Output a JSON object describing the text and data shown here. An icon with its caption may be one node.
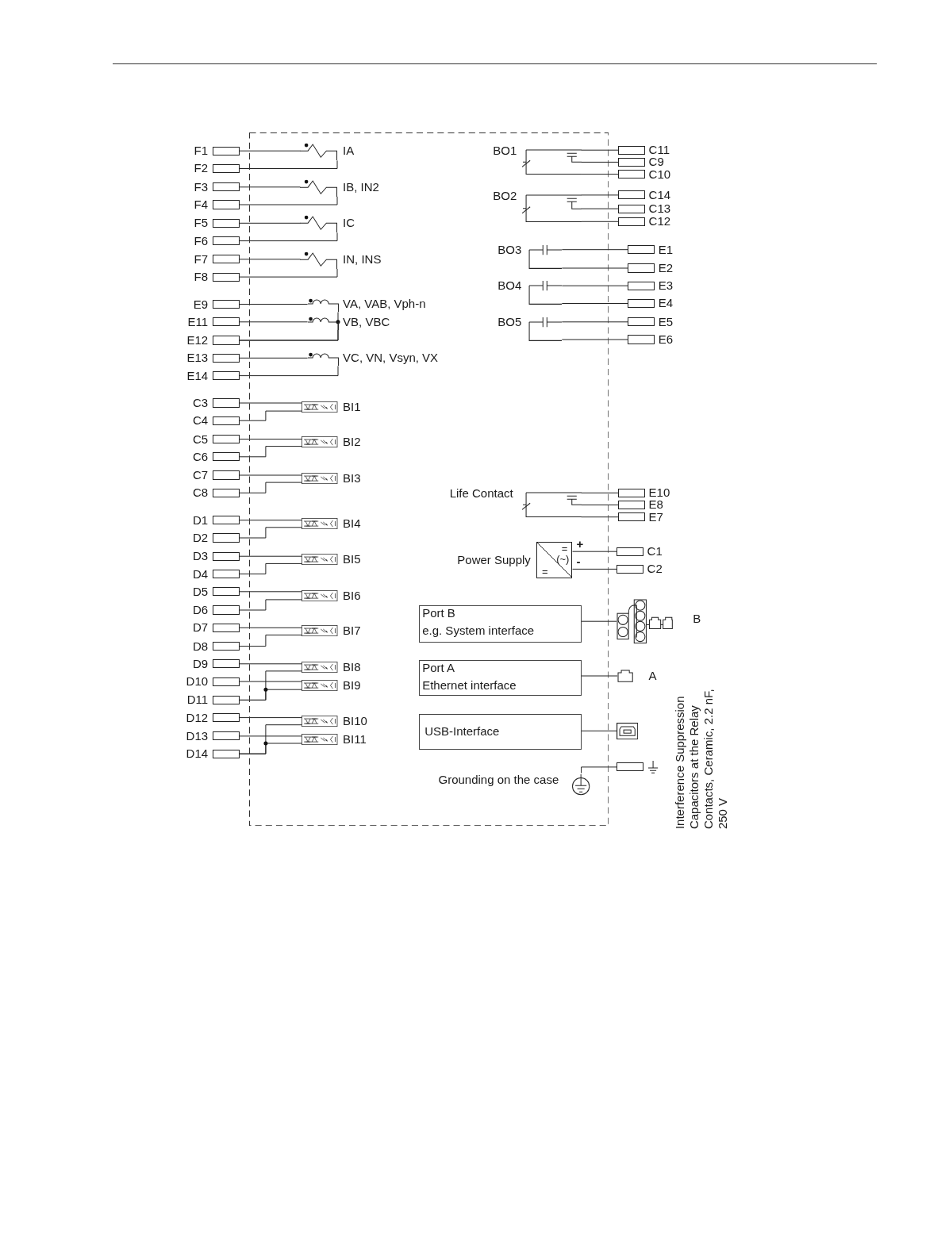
{
  "diagram": {
    "nodes": [
      {
        "text": [],
        "shape": "box"
      },
      {
        "text": [],
        "shape": "box",
        "beside": [
          "F1"
        ]
      },
      {
        "text": [],
        "shape": "box",
        "beside": [
          "F2"
        ]
      },
      {
        "text": [],
        "shape": "box",
        "beside": [
          "F3"
        ]
      },
      {
        "text": [],
        "shape": "box",
        "beside": [
          "F4"
        ]
      },
      {
        "text": [],
        "shape": "box",
        "beside": [
          "F5"
        ]
      },
      {
        "text": [],
        "shape": "box",
        "beside": [
          "F6"
        ]
      },
      {
        "text": [],
        "shape": "box",
        "beside": [
          "F7"
        ]
      },
      {
        "text": [],
        "shape": "box",
        "beside": [
          "F8"
        ]
      },
      {
        "text": [],
        "shape": "box",
        "beside": [
          "E9"
        ]
      },
      {
        "text": [],
        "shape": "box",
        "beside": [
          "E11"
        ]
      },
      {
        "text": [],
        "shape": "box",
        "beside": [
          "E12"
        ]
      },
      {
        "text": [],
        "shape": "box",
        "beside": [
          "E13"
        ]
      },
      {
        "text": [],
        "shape": "box",
        "beside": [
          "E14"
        ]
      },
      {
        "text": [],
        "shape": "box",
        "beside": [
          "C3"
        ]
      },
      {
        "text": [],
        "shape": "box",
        "beside": [
          "C4"
        ]
      },
      {
        "text": [],
        "shape": "box",
        "beside": [
          "C5"
        ]
      },
      {
        "text": [],
        "shape": "box",
        "beside": [
          "C6"
        ]
      },
      {
        "text": [],
        "shape": "box",
        "beside": [
          "C7"
        ]
      },
      {
        "text": [],
        "shape": "box",
        "beside": [
          "C8"
        ]
      },
      {
        "text": [],
        "shape": "box",
        "beside": [
          "D1"
        ]
      },
      {
        "text": [],
        "shape": "box",
        "beside": [
          "D2"
        ]
      },
      {
        "text": [],
        "shape": "box",
        "beside": [
          "D3"
        ]
      },
      {
        "text": [],
        "shape": "box",
        "beside": [
          "D4"
        ]
      },
      {
        "text": [],
        "shape": "box",
        "beside": [
          "D5"
        ]
      },
      {
        "text": [],
        "shape": "box",
        "beside": [
          "D6"
        ]
      },
      {
        "text": [],
        "shape": "box",
        "beside": [
          "D7"
        ]
      },
      {
        "text": [],
        "shape": "box",
        "beside": [
          "D8"
        ]
      },
      {
        "text": [],
        "shape": "box",
        "beside": [
          "D9"
        ]
      },
      {
        "text": [],
        "shape": "box",
        "beside": [
          "D10"
        ]
      },
      {
        "text": [],
        "shape": "box",
        "beside": [
          "D11"
        ]
      },
      {
        "text": [],
        "shape": "box",
        "beside": [
          "D12"
        ]
      },
      {
        "text": [],
        "shape": "box",
        "beside": [
          "D13"
        ]
      },
      {
        "text": [],
        "shape": "box",
        "beside": [
          "D14"
        ]
      },
      {
        "text": [
          "IA"
        ],
        "in": 0
      },
      {
        "text": [
          "IB, IN2"
        ],
        "in": 0
      },
      {
        "text": [
          "IC"
        ],
        "in": 0
      },
      {
        "text": [
          "IN, INS"
        ],
        "in": 0
      },
      {
        "text": [
          "VA, VAB, Vph-n"
        ],
        "in": 0
      },
      {
        "text": [
          "VB, VBC"
        ],
        "in": 0
      },
      {
        "text": [
          "VC, VN, Vsyn, VX"
        ],
        "in": 0
      },
      {
        "text": [
          "BI1"
        ],
        "in": 0
      },
      {
        "text": [
          "BI2"
        ],
        "in": 0
      },
      {
        "text": [
          "BI3"
        ],
        "in": 0
      },
      {
        "text": [
          "BI4"
        ],
        "in": 0
      },
      {
        "text": [
          "BI5"
        ],
        "in": 0
      },
      {
        "text": [
          "BI6"
        ],
        "in": 0
      },
      {
        "text": [
          "BI7"
        ],
        "in": 0
      },
      {
        "text": [
          "BI8"
        ],
        "in": 0
      },
      {
        "text": [
          "BI9"
        ],
        "in": 0
      },
      {
        "text": [
          "BI10"
        ],
        "in": 0
      },
      {
        "text": [
          "BI11"
        ],
        "in": 0
      },
      {
        "text": [
          "BO1"
        ],
        "in": 0
      },
      {
        "text": [
          "BO2"
        ],
        "in": 0
      },
      {
        "text": [
          "BO3"
        ],
        "in": 0
      },
      {
        "text": [
          "BO4"
        ],
        "in": 0
      },
      {
        "text": [
          "BO5"
        ],
        "in": 0
      },
      {
        "text": [
          "Life Contact"
        ],
        "in": 0
      },
      {
        "text": [
          "=",
          "(~)",
          "="
        ],
        "beside": [
          "Power Supply"
        ],
        "in": 0
      },
      {
        "text": [
          "Port B",
          "e.g. System interface"
        ],
        "in": 0
      },
      {
        "text": [
          "Port A",
          "Ethernet interface"
        ],
        "in": 0
      },
      {
        "text": [
          "USB-Interface"
        ],
        "in": 0
      },
      {
        "text": [
          "Grounding on the case"
        ],
        "in": 0
      },
      {
        "text": [],
        "shape": "box",
        "beside": [
          "C11"
        ]
      },
      {
        "text": [],
        "shape": "box",
        "beside": [
          "C9"
        ]
      },
      {
        "text": [],
        "shape": "box",
        "beside": [
          "C10"
        ]
      },
      {
        "text": [],
        "shape": "box",
        "beside": [
          "C14"
        ]
      },
      {
        "text": [],
        "shape": "box",
        "beside": [
          "C13"
        ]
      },
      {
        "text": [],
        "shape": "box",
        "beside": [
          "C12"
        ]
      },
      {
        "text": [],
        "shape": "box",
        "beside": [
          "E1"
        ]
      },
      {
        "text": [],
        "shape": "box",
        "beside": [
          "E2"
        ]
      },
      {
        "text": [],
        "shape": "box",
        "beside": [
          "E3"
        ]
      },
      {
        "text": [],
        "shape": "box",
        "beside": [
          "E4"
        ]
      },
      {
        "text": [],
        "shape": "box",
        "beside": [
          "E5"
        ]
      },
      {
        "text": [],
        "shape": "box",
        "beside": [
          "E6"
        ]
      },
      {
        "text": [],
        "shape": "box",
        "beside": [
          "E10"
        ]
      },
      {
        "text": [],
        "shape": "box",
        "beside": [
          "E8"
        ]
      },
      {
        "text": [],
        "shape": "box",
        "beside": [
          "E7"
        ]
      },
      {
        "text": [],
        "shape": "box",
        "beside": [
          "C1"
        ]
      },
      {
        "text": [],
        "shape": "box",
        "beside": [
          "C2"
        ]
      },
      {
        "text": [],
        "shape": "picture",
        "beside": [
          "B"
        ]
      },
      {
        "text": [],
        "shape": "picture",
        "beside": [
          "A"
        ]
      },
      {
        "text": [],
        "shape": "picture"
      },
      {
        "text": [],
        "shape": "box"
      }
    ],
    "edges": [
      {
        "from": 1,
        "to": 34,
        "arrow": "none"
      },
      {
        "from": 34,
        "to": 2,
        "arrow": "none"
      },
      {
        "from": 3,
        "to": 35,
        "arrow": "none"
      },
      {
        "from": 35,
        "to": 4,
        "arrow": "none"
      },
      {
        "from": 5,
        "to": 36,
        "arrow": "none"
      },
      {
        "from": 36,
        "to": 6,
        "arrow": "none"
      },
      {
        "from": 7,
        "to": 37,
        "arrow": "none"
      },
      {
        "from": 37,
        "to": 8,
        "arrow": "none"
      },
      {
        "from": 9,
        "to": 38,
        "arrow": "none"
      },
      {
        "from": 38,
        "to": 11,
        "arrow": "none"
      },
      {
        "from": 10,
        "to": 39,
        "arrow": "none"
      },
      {
        "from": 39,
        "to": 11,
        "arrow": "none"
      },
      {
        "from": 12,
        "to": 40,
        "arrow": "none"
      },
      {
        "from": 40,
        "to": 13,
        "arrow": "none"
      },
      {
        "from": 14,
        "to": 41,
        "arrow": "none"
      },
      {
        "from": 15,
        "to": 41,
        "arrow": "none"
      },
      {
        "from": 16,
        "to": 42,
        "arrow": "none"
      },
      {
        "from": 17,
        "to": 42,
        "arrow": "none"
      },
      {
        "from": 18,
        "to": 43,
        "arrow": "none"
      },
      {
        "from": 19,
        "to": 43,
        "arrow": "none"
      },
      {
        "from": 20,
        "to": 44,
        "arrow": "none"
      },
      {
        "from": 21,
        "to": 44,
        "arrow": "none"
      },
      {
        "from": 22,
        "to": 45,
        "arrow": "none"
      },
      {
        "from": 23,
        "to": 45,
        "arrow": "none"
      },
      {
        "from": 24,
        "to": 46,
        "arrow": "none"
      },
      {
        "from": 25,
        "to": 46,
        "arrow": "none"
      },
      {
        "from": 26,
        "to": 47,
        "arrow": "none"
      },
      {
        "from": 27,
        "to": 47,
        "arrow": "none"
      },
      {
        "from": 28,
        "to": 48,
        "arrow": "none"
      },
      {
        "from": 29,
        "to": 49,
        "arrow": "none"
      },
      {
        "from": 30,
        "to": 48,
        "arrow": "none"
      },
      {
        "from": 30,
        "to": 49,
        "arrow": "none"
      },
      {
        "from": 31,
        "to": 50,
        "arrow": "none"
      },
      {
        "from": 32,
        "to": 51,
        "arrow": "none"
      },
      {
        "from": 33,
        "to": 50,
        "arrow": "none"
      },
      {
        "from": 33,
        "to": 51,
        "arrow": "none"
      },
      {
        "from": 52,
        "to": 63,
        "arrow": "none"
      },
      {
        "from": 52,
        "to": 64,
        "arrow": "none"
      },
      {
        "from": 52,
        "to": 65,
        "arrow": "none"
      },
      {
        "from": 53,
        "to": 66,
        "arrow": "none"
      },
      {
        "from": 53,
        "to": 67,
        "arrow": "none"
      },
      {
        "from": 53,
        "to": 68,
        "arrow": "none"
      },
      {
        "from": 54,
        "to": 69,
        "arrow": "none"
      },
      {
        "from": 54,
        "to": 70,
        "arrow": "none"
      },
      {
        "from": 55,
        "to": 71,
        "arrow": "none"
      },
      {
        "from": 55,
        "to": 72,
        "arrow": "none"
      },
      {
        "from": 56,
        "to": 73,
        "arrow": "none"
      },
      {
        "from": 56,
        "to": 74,
        "arrow": "none"
      },
      {
        "from": 57,
        "to": 75,
        "arrow": "none"
      },
      {
        "from": 57,
        "to": 76,
        "arrow": "none"
      },
      {
        "from": 57,
        "to": 77,
        "arrow": "none"
      },
      {
        "from": 58,
        "to": 78,
        "arrow": "none",
        "label": "+"
      },
      {
        "from": 58,
        "to": 79,
        "arrow": "none",
        "label": "-"
      },
      {
        "from": 59,
        "to": 80,
        "arrow": "none"
      },
      {
        "from": 60,
        "to": 81,
        "arrow": "none"
      },
      {
        "from": 61,
        "to": 82,
        "arrow": "none"
      },
      {
        "from": 62,
        "to": 83,
        "arrow": "none"
      }
    ],
    "labels": [
      "Interference Suppression Capacitors at the Relay Contacts, Ceramic, 2.2 nF, 250 V"
    ]
  }
}
